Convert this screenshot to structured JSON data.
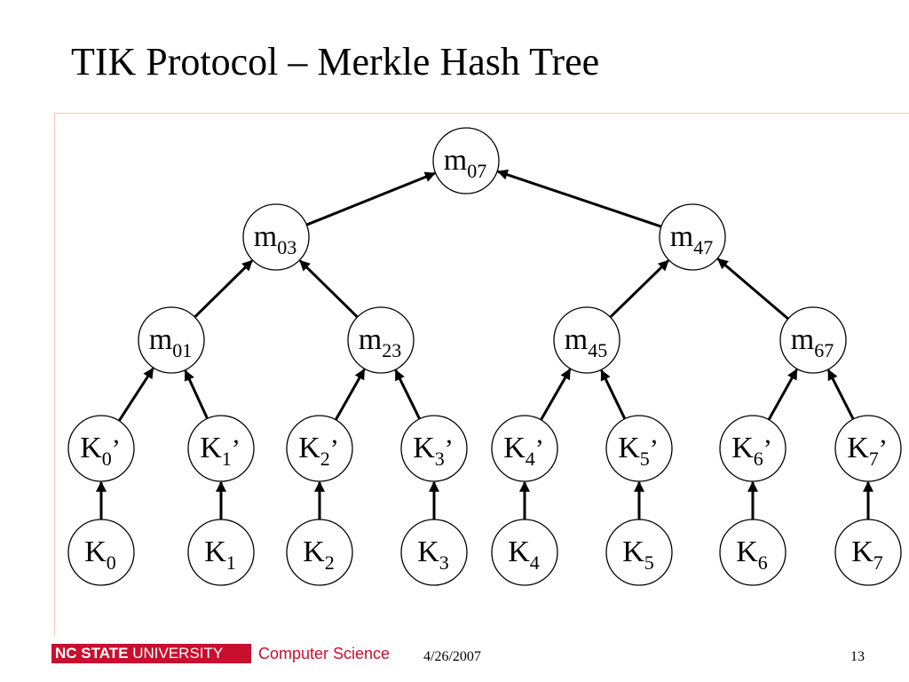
{
  "slide": {
    "title": "TIK Protocol – Merkle Hash Tree"
  },
  "tree": {
    "nodes": [
      {
        "id": "m07",
        "base": "m",
        "sub": "07",
        "suffix": ""
      },
      {
        "id": "m03",
        "base": "m",
        "sub": "03",
        "suffix": ""
      },
      {
        "id": "m47",
        "base": "m",
        "sub": "47",
        "suffix": ""
      },
      {
        "id": "m01",
        "base": "m",
        "sub": "01",
        "suffix": ""
      },
      {
        "id": "m23",
        "base": "m",
        "sub": "23",
        "suffix": ""
      },
      {
        "id": "m45",
        "base": "m",
        "sub": "45",
        "suffix": ""
      },
      {
        "id": "m67",
        "base": "m",
        "sub": "67",
        "suffix": ""
      },
      {
        "id": "K0p",
        "base": "K",
        "sub": "0",
        "suffix": "’"
      },
      {
        "id": "K1p",
        "base": "K",
        "sub": "1",
        "suffix": "’"
      },
      {
        "id": "K2p",
        "base": "K",
        "sub": "2",
        "suffix": "’"
      },
      {
        "id": "K3p",
        "base": "K",
        "sub": "3",
        "suffix": "’"
      },
      {
        "id": "K4p",
        "base": "K",
        "sub": "4",
        "suffix": "’"
      },
      {
        "id": "K5p",
        "base": "K",
        "sub": "5",
        "suffix": "’"
      },
      {
        "id": "K6p",
        "base": "K",
        "sub": "6",
        "suffix": "’"
      },
      {
        "id": "K7p",
        "base": "K",
        "sub": "7",
        "suffix": "’"
      },
      {
        "id": "K0",
        "base": "K",
        "sub": "0",
        "suffix": ""
      },
      {
        "id": "K1",
        "base": "K",
        "sub": "1",
        "suffix": ""
      },
      {
        "id": "K2",
        "base": "K",
        "sub": "2",
        "suffix": ""
      },
      {
        "id": "K3",
        "base": "K",
        "sub": "3",
        "suffix": ""
      },
      {
        "id": "K4",
        "base": "K",
        "sub": "4",
        "suffix": ""
      },
      {
        "id": "K5",
        "base": "K",
        "sub": "5",
        "suffix": ""
      },
      {
        "id": "K6",
        "base": "K",
        "sub": "6",
        "suffix": ""
      },
      {
        "id": "K7",
        "base": "K",
        "sub": "7",
        "suffix": ""
      }
    ],
    "edges": [
      {
        "from": "m03",
        "to": "m07"
      },
      {
        "from": "m47",
        "to": "m07"
      },
      {
        "from": "m01",
        "to": "m03"
      },
      {
        "from": "m23",
        "to": "m03"
      },
      {
        "from": "m45",
        "to": "m47"
      },
      {
        "from": "m67",
        "to": "m47"
      },
      {
        "from": "K0p",
        "to": "m01"
      },
      {
        "from": "K1p",
        "to": "m01"
      },
      {
        "from": "K2p",
        "to": "m23"
      },
      {
        "from": "K3p",
        "to": "m23"
      },
      {
        "from": "K4p",
        "to": "m45"
      },
      {
        "from": "K5p",
        "to": "m45"
      },
      {
        "from": "K6p",
        "to": "m67"
      },
      {
        "from": "K7p",
        "to": "m67"
      },
      {
        "from": "K0",
        "to": "K0p"
      },
      {
        "from": "K1",
        "to": "K1p"
      },
      {
        "from": "K2",
        "to": "K2p"
      },
      {
        "from": "K3",
        "to": "K3p"
      },
      {
        "from": "K4",
        "to": "K4p"
      },
      {
        "from": "K5",
        "to": "K5p"
      },
      {
        "from": "K6",
        "to": "K6p"
      },
      {
        "from": "K7",
        "to": "K7p"
      }
    ]
  },
  "footer": {
    "logo_bold": "NC STATE",
    "logo_regular": "UNIVERSITY",
    "department": "Computer Science",
    "date": "4/26/2007",
    "page_number": "13"
  },
  "colors": {
    "accent_red": "#c8102e",
    "rule_color": "#f0c8b8",
    "department_text": "#c8102e"
  }
}
